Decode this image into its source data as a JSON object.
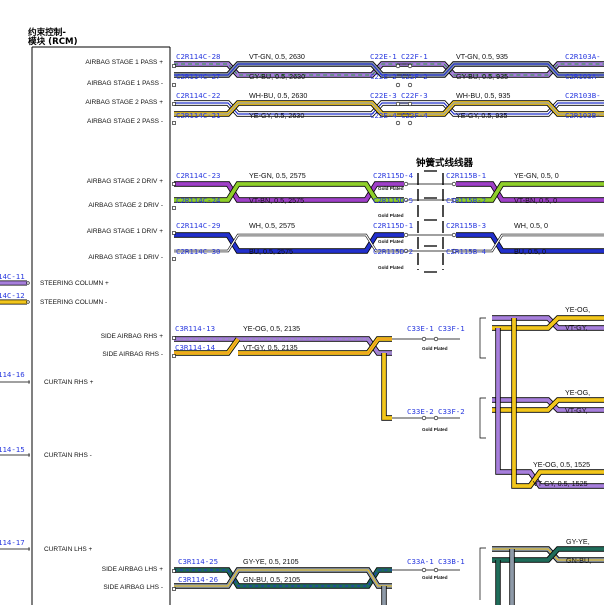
{
  "module": {
    "title_line1": "约束控制-",
    "title_line2": "模块 (RCM)"
  },
  "clockspring": {
    "label": "钟簧式线线器"
  },
  "gold_plated": "Gold Plated",
  "pins": [
    "AIRBAG STAGE 1 PASS +",
    "AIRBAG STAGE 1 PASS -",
    "AIRBAG STAGE 2 PASS +",
    "AIRBAG STAGE 2 PASS -",
    "AIRBAG STAGE 2 DRIV +",
    "AIRBAG STAGE 2 DRIV -",
    "AIRBAG STAGE 1 DRIV +",
    "AIRBAG STAGE 1 DRIV -",
    "STEERING COLUMN +",
    "STEERING COLUMN -",
    "SIDE AIRBAG RHS +",
    "SIDE AIRBAG RHS -",
    "CURTAIN RHS +",
    "CURTAIN RHS -",
    "CURTAIN LHS +",
    "SIDE AIRBAG LHS +",
    "SIDE AIRBAG LHS -"
  ],
  "left_offpage": [
    "14C-11",
    "14C-12",
    "114-16",
    "114-15",
    "114-17"
  ],
  "connectors": {
    "c28": "C2R114C-28",
    "c27": "C2R114C-27",
    "c22": "C2R114C-22",
    "c21": "C2R114C-21",
    "c23": "C2R114C-23",
    "c24": "C2R114C-24",
    "c29": "C2R114C-29",
    "c30": "C2R114C-30",
    "r13": "C3R114-13",
    "r14": "C3R114-14",
    "r25": "C3R114-25",
    "r26": "C3R114-26",
    "e1": "C22E-1",
    "f1": "C22F-1",
    "e2": "C22E-2",
    "f2": "C22F-2",
    "e3": "C22E-3",
    "f3": "C22F-3",
    "e4": "C22E-4",
    "f4": "C22F-4",
    "d4": "C2R115D-4",
    "d5": "C2R115D-5",
    "d1": "C2R115D-1",
    "d2": "C2R115D-2",
    "b1": "C2R115B-1",
    "b2": "C2R115B-2",
    "b3": "C2R115B-3",
    "b4": "C2R115B-4",
    "a1": "C2R103A-",
    "a2": "C2R103A-",
    "a3": "C2R103B-",
    "a4": "C2R103B-",
    "s33e1": "C33E-1",
    "s33f1": "C33F-1",
    "s33e2": "C33E-2",
    "s33f2": "C33F-2",
    "s33a1": "C33A-1",
    "s33b1": "C33B-1"
  },
  "wires": {
    "w1": "VT-GN, 0.5, 2630",
    "w2": "GY-BU, 0.5, 2630",
    "w3": "WH-BU, 0.5, 2630",
    "w4": "YE-GY, 0.5, 2630",
    "w1b": "VT-GN, 0.5, 935",
    "w2b": "GY-BU, 0.5, 935",
    "w3b": "WH-BU, 0.5, 935",
    "w4b": "YE-GY, 0.5, 935",
    "w5": "YE-GN, 0.5, 2575",
    "w6": "VT-BN, 0.5, 2575",
    "w7": "WH, 0.5, 2575",
    "w8": "BU, 0.5, 2575",
    "w5b": "YE-GN, 0.5, 0",
    "w6b": "VT-BN, 0.5, 0",
    "w7b": "WH, 0.5, 0",
    "w8b": "BU, 0.5, 0",
    "w9": "YE-OG, 0.5, 2135",
    "w10": "VT-GY, 0.5, 2135",
    "w11": "GY-YE, 0.5, 2105",
    "w12": "GN-BU, 0.5, 2105",
    "o1": "YE-OG,",
    "o2": "VT-GY,",
    "o3": "YE-OG,",
    "o4": "VT-GY,",
    "o5": "YE-OG, 0.5, 1525",
    "o6": "VT-GY, 0.5, 1525",
    "o7": "GY-YE,",
    "o8": "GN-BU,"
  },
  "colors": {
    "violet": "#a77fdc",
    "green": "#2e9a3e",
    "grey": "#8e9aa8",
    "blue": "#2230cc",
    "white": "#ffffff",
    "yellow": "#f2c61c",
    "brown": "#8b4a20",
    "orange": "#f08a1f",
    "teal": "#1f6c5a",
    "lime": "#8fcf2a",
    "purple": "#9f40c8"
  }
}
